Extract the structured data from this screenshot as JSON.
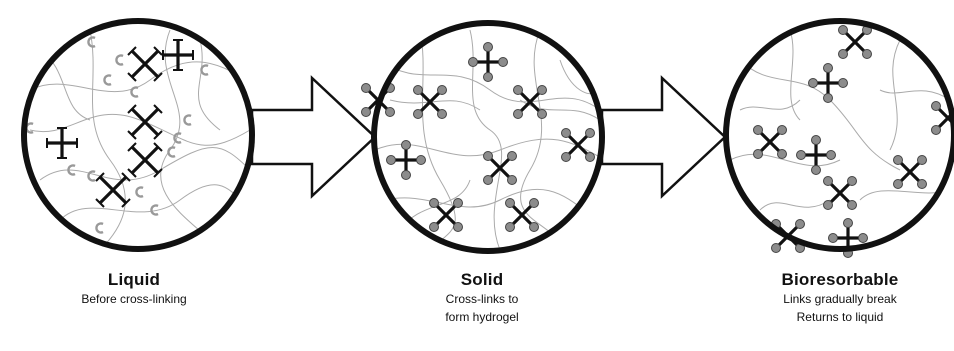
{
  "stages": [
    {
      "title": "Liquid",
      "lines": [
        "Before cross-linking"
      ]
    },
    {
      "title": "Solid",
      "lines": [
        "Cross-links to",
        "form hydrogel"
      ]
    },
    {
      "title": "Bioresorbable",
      "lines": [
        "Links gradually break",
        "Returns to liquid"
      ]
    }
  ],
  "colors": {
    "outline": "#111111",
    "strand": "#9a9a9a",
    "node": "#8c8c8c"
  }
}
